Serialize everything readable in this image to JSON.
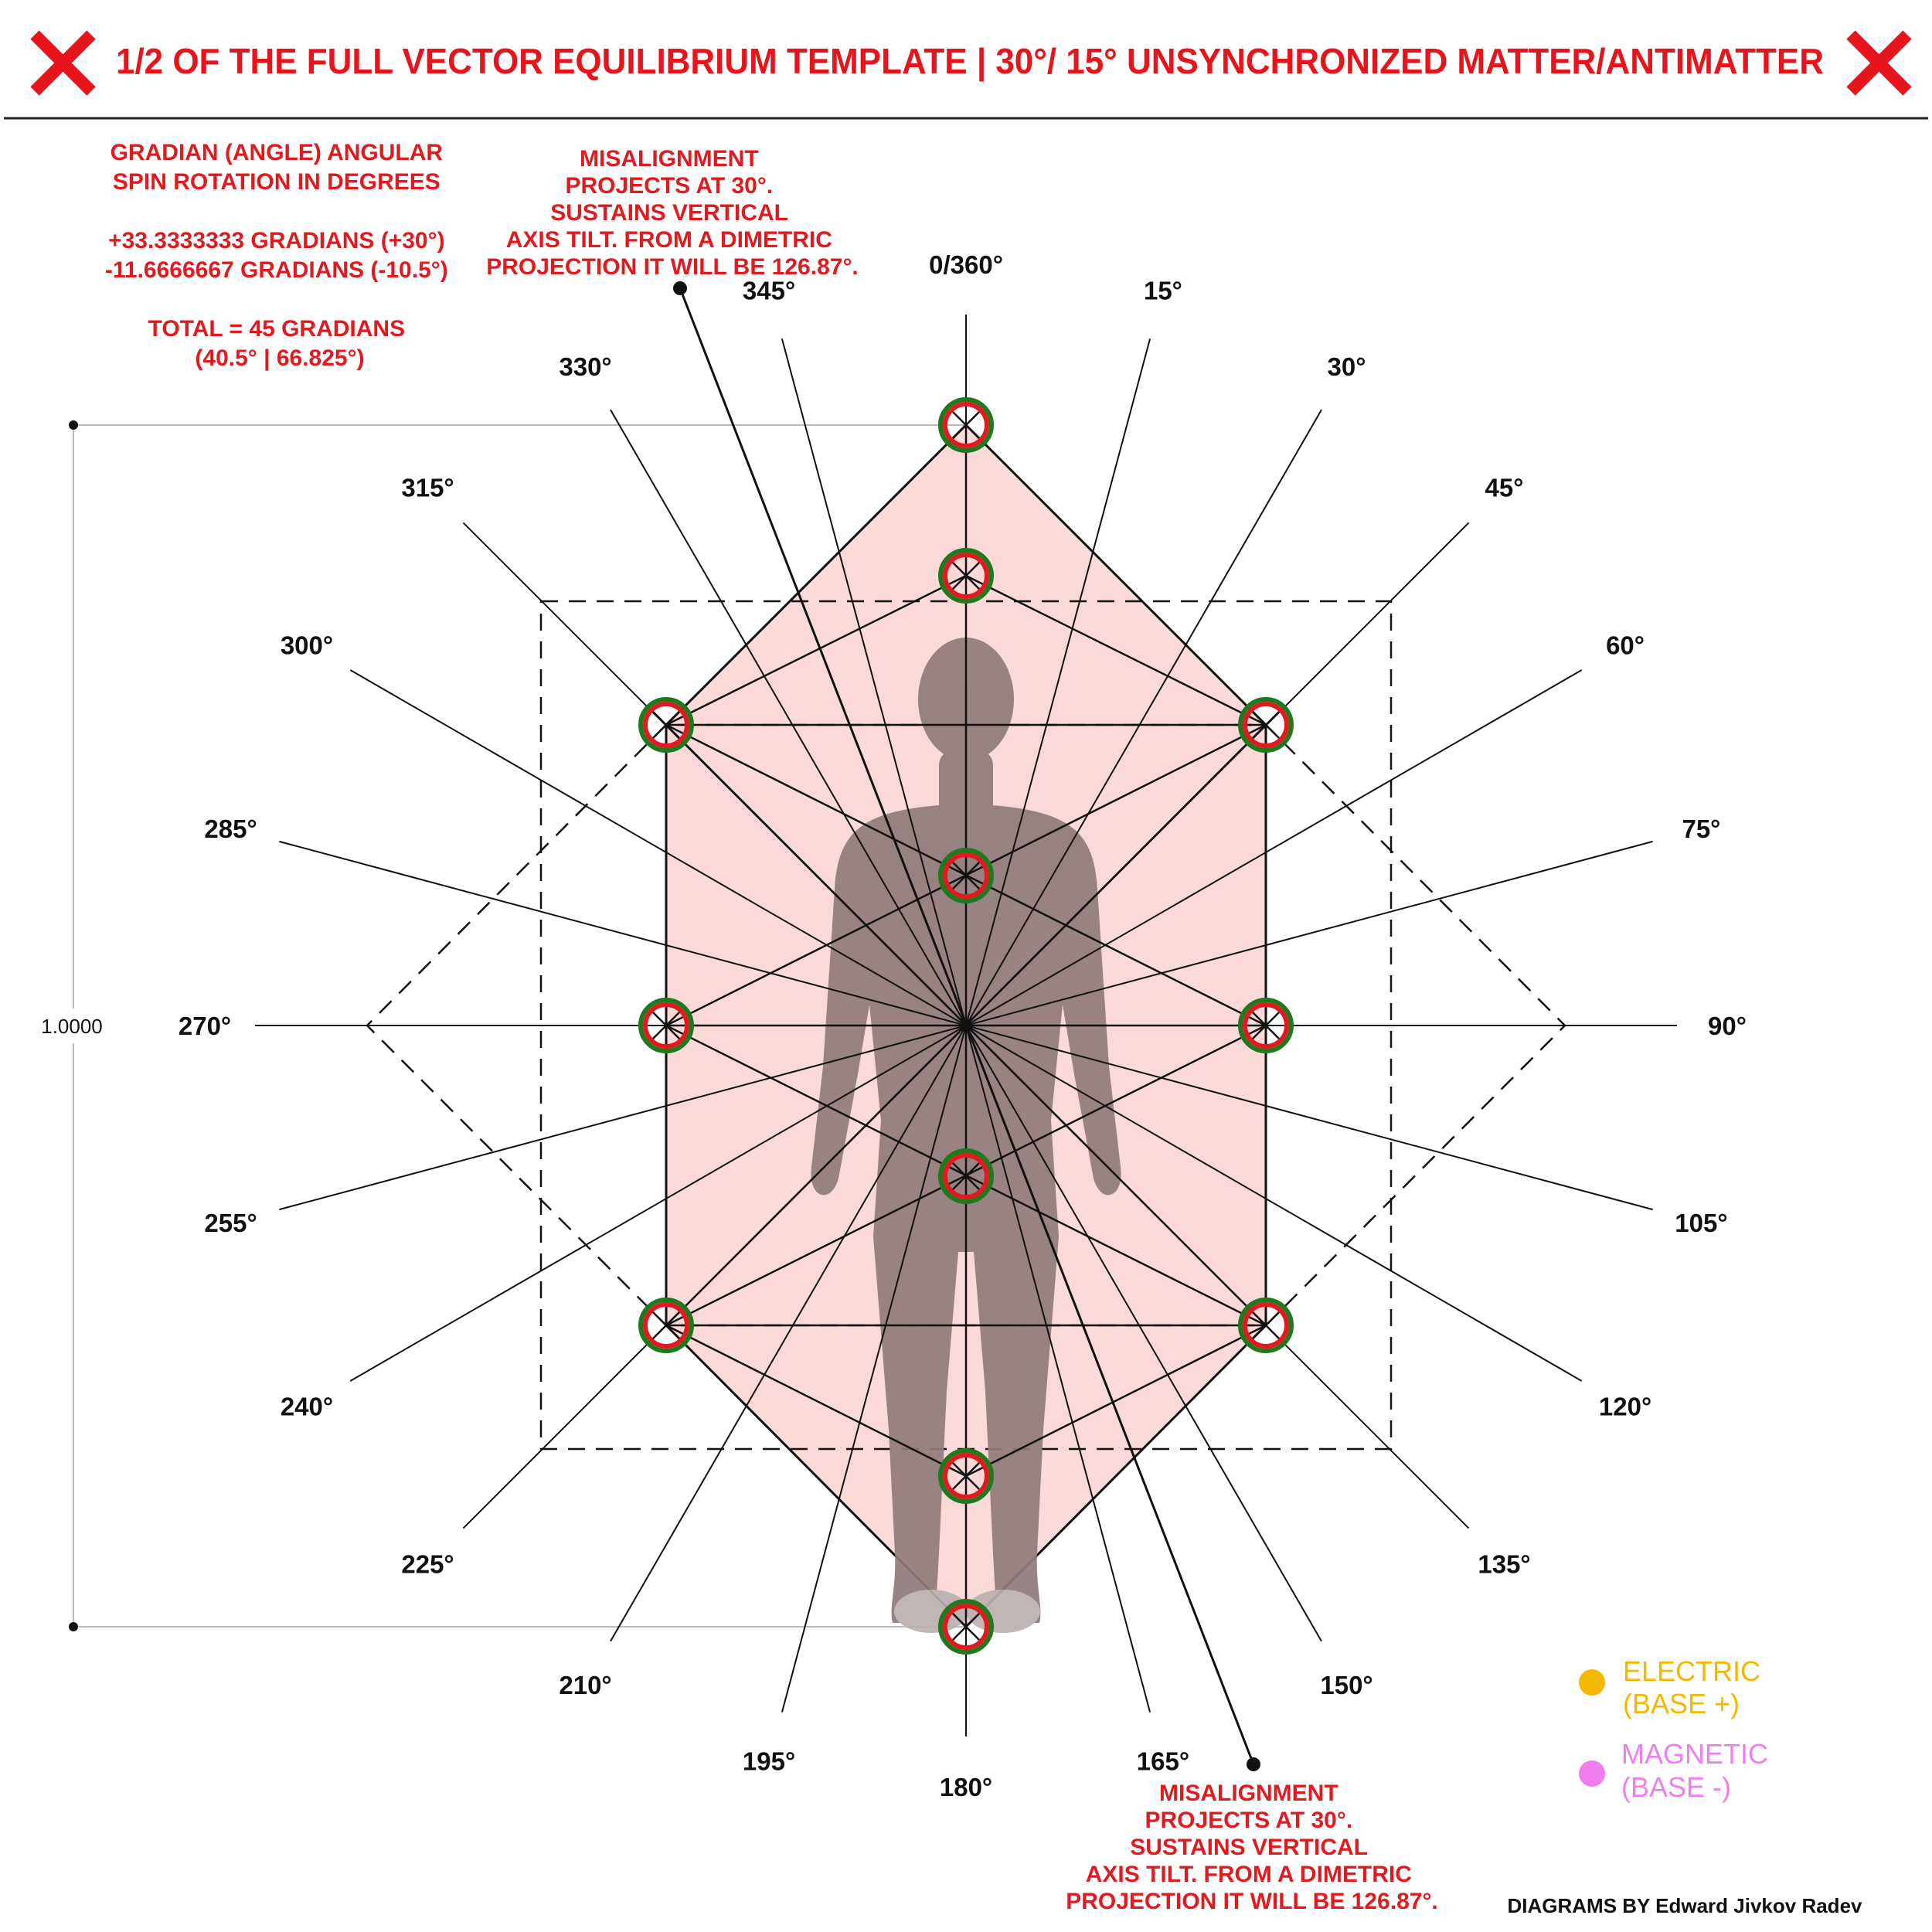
{
  "title": "1/2 OF THE FULL VECTOR EQUILIBRIUM TEMPLATE | 30°/ 15° UNSYNCHRONIZED MATTER/ANTIMATTER",
  "gradian_note": [
    "GRADIAN (ANGLE) ANGULAR",
    "SPIN ROTATION IN DEGREES",
    "",
    "+33.3333333 GRADIANS (+30°)",
    "-11.6666667 GRADIANS (-10.5°)",
    "",
    "TOTAL = 45 GRADIANS",
    "(40.5° | 66.825°)"
  ],
  "misalignment_top": [
    "MISALIGNMENT",
    "PROJECTS AT 30°.",
    "SUSTAINS VERTICAL",
    "AXIS TILT. FROM A DIMETRIC",
    "PROJECTION IT WILL BE 126.87°."
  ],
  "misalignment_bottom": [
    "MISALIGNMENT",
    "PROJECTS AT 30°.",
    "SUSTAINS VERTICAL",
    "AXIS TILT. FROM A DIMETRIC",
    "PROJECTION IT WILL BE 126.87°."
  ],
  "angle_labels": [
    "0/360°",
    "15°",
    "30°",
    "45°",
    "60°",
    "75°",
    "90°",
    "105°",
    "120°",
    "135°",
    "150°",
    "165°",
    "180°",
    "195°",
    "210°",
    "225°",
    "240°",
    "255°",
    "270°",
    "285°",
    "300°",
    "315°",
    "330°",
    "345°"
  ],
  "scale_label": "1.0000",
  "legend": [
    {
      "label": "ELECTRIC",
      "sub": "(BASE +)",
      "color": "#f5b800"
    },
    {
      "label": "MAGNETIC",
      "sub": "(BASE -)",
      "color": "#f07ef0"
    }
  ],
  "credit": "DIAGRAMS BY Edward Jivkov Radev",
  "colors": {
    "accent_red": "#e8141b",
    "hexagon_fill": "#fbd9d9",
    "node_outer": "#1f7a1f",
    "node_inner": "#e01a1f",
    "figure": "#8f7b7b"
  }
}
